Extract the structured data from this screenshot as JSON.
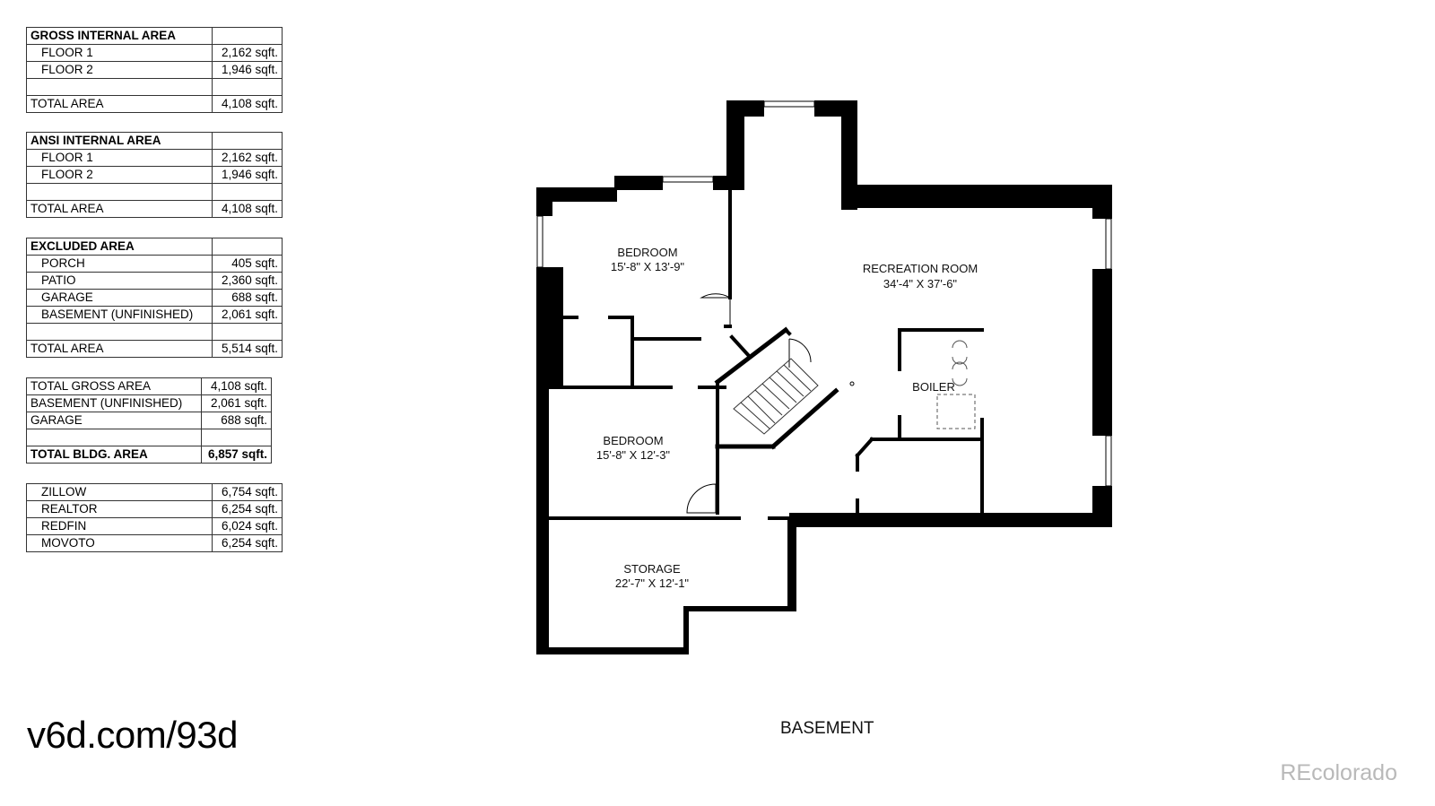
{
  "tables": [
    {
      "id": "gross-internal-area",
      "rows": [
        {
          "label": "GROSS INTERNAL AREA",
          "value": "",
          "style": "hdr"
        },
        {
          "label": "FLOOR 1",
          "value": "2,162 sqft.",
          "style": "ind"
        },
        {
          "label": "FLOOR 2",
          "value": "1,946 sqft.",
          "style": "ind"
        },
        {
          "label": "",
          "value": "",
          "style": "blank"
        },
        {
          "label": "TOTAL AREA",
          "value": "4,108 sqft.",
          "style": "total"
        }
      ]
    },
    {
      "id": "ansi-internal-area",
      "rows": [
        {
          "label": "ANSI INTERNAL AREA",
          "value": "",
          "style": "hdr"
        },
        {
          "label": "FLOOR 1",
          "value": "2,162 sqft.",
          "style": "ind"
        },
        {
          "label": "FLOOR 2",
          "value": "1,946 sqft.",
          "style": "ind"
        },
        {
          "label": "",
          "value": "",
          "style": "blank"
        },
        {
          "label": "TOTAL AREA",
          "value": "4,108 sqft.",
          "style": "total"
        }
      ]
    },
    {
      "id": "excluded-area",
      "rows": [
        {
          "label": "EXCLUDED AREA",
          "value": "",
          "style": "hdr"
        },
        {
          "label": "PORCH",
          "value": "405 sqft.",
          "style": "ind"
        },
        {
          "label": "PATIO",
          "value": "2,360 sqft.",
          "style": "ind"
        },
        {
          "label": "GARAGE",
          "value": "688 sqft.",
          "style": "ind"
        },
        {
          "label": "BASEMENT (UNFINISHED)",
          "value": "2,061 sqft.",
          "style": "ind"
        },
        {
          "label": "",
          "value": "",
          "style": "blank"
        },
        {
          "label": "TOTAL AREA",
          "value": "5,514 sqft.",
          "style": "total"
        }
      ]
    },
    {
      "id": "building-area",
      "rows": [
        {
          "label": "TOTAL GROSS AREA",
          "value": "4,108 sqft.",
          "style": "plain"
        },
        {
          "label": "BASEMENT (UNFINISHED)",
          "value": "2,061 sqft.",
          "style": "plain"
        },
        {
          "label": "GARAGE",
          "value": "688 sqft.",
          "style": "plain"
        },
        {
          "label": "",
          "value": "",
          "style": "blank"
        },
        {
          "label": "TOTAL BLDG. AREA",
          "value": "6,857 sqft.",
          "style": "bold"
        }
      ]
    },
    {
      "id": "listing-sites",
      "rows": [
        {
          "label": "ZILLOW",
          "value": "6,754 sqft.",
          "style": "ind"
        },
        {
          "label": "REALTOR",
          "value": "6,254 sqft.",
          "style": "ind"
        },
        {
          "label": "REDFIN",
          "value": "6,024 sqft.",
          "style": "ind"
        },
        {
          "label": "MOVOTO",
          "value": "6,254 sqft.",
          "style": "ind"
        }
      ]
    }
  ],
  "rooms": {
    "bedroom_1": {
      "name": "BEDROOM",
      "size": "15'-8\" X 13'-9\""
    },
    "recreation": {
      "name": "RECREATION ROOM",
      "size": "34'-4\" X 37'-6\""
    },
    "boiler": {
      "name": "BOILER"
    },
    "bedroom_2": {
      "name": "BEDROOM",
      "size": "15'-8\" X 12'-3\""
    },
    "storage": {
      "name": "STORAGE",
      "size": "22'-7\" X 12'-1\""
    }
  },
  "footer": {
    "link": "v6d.com/93d",
    "floor_name": "BASEMENT",
    "watermark": "REcolorado"
  }
}
